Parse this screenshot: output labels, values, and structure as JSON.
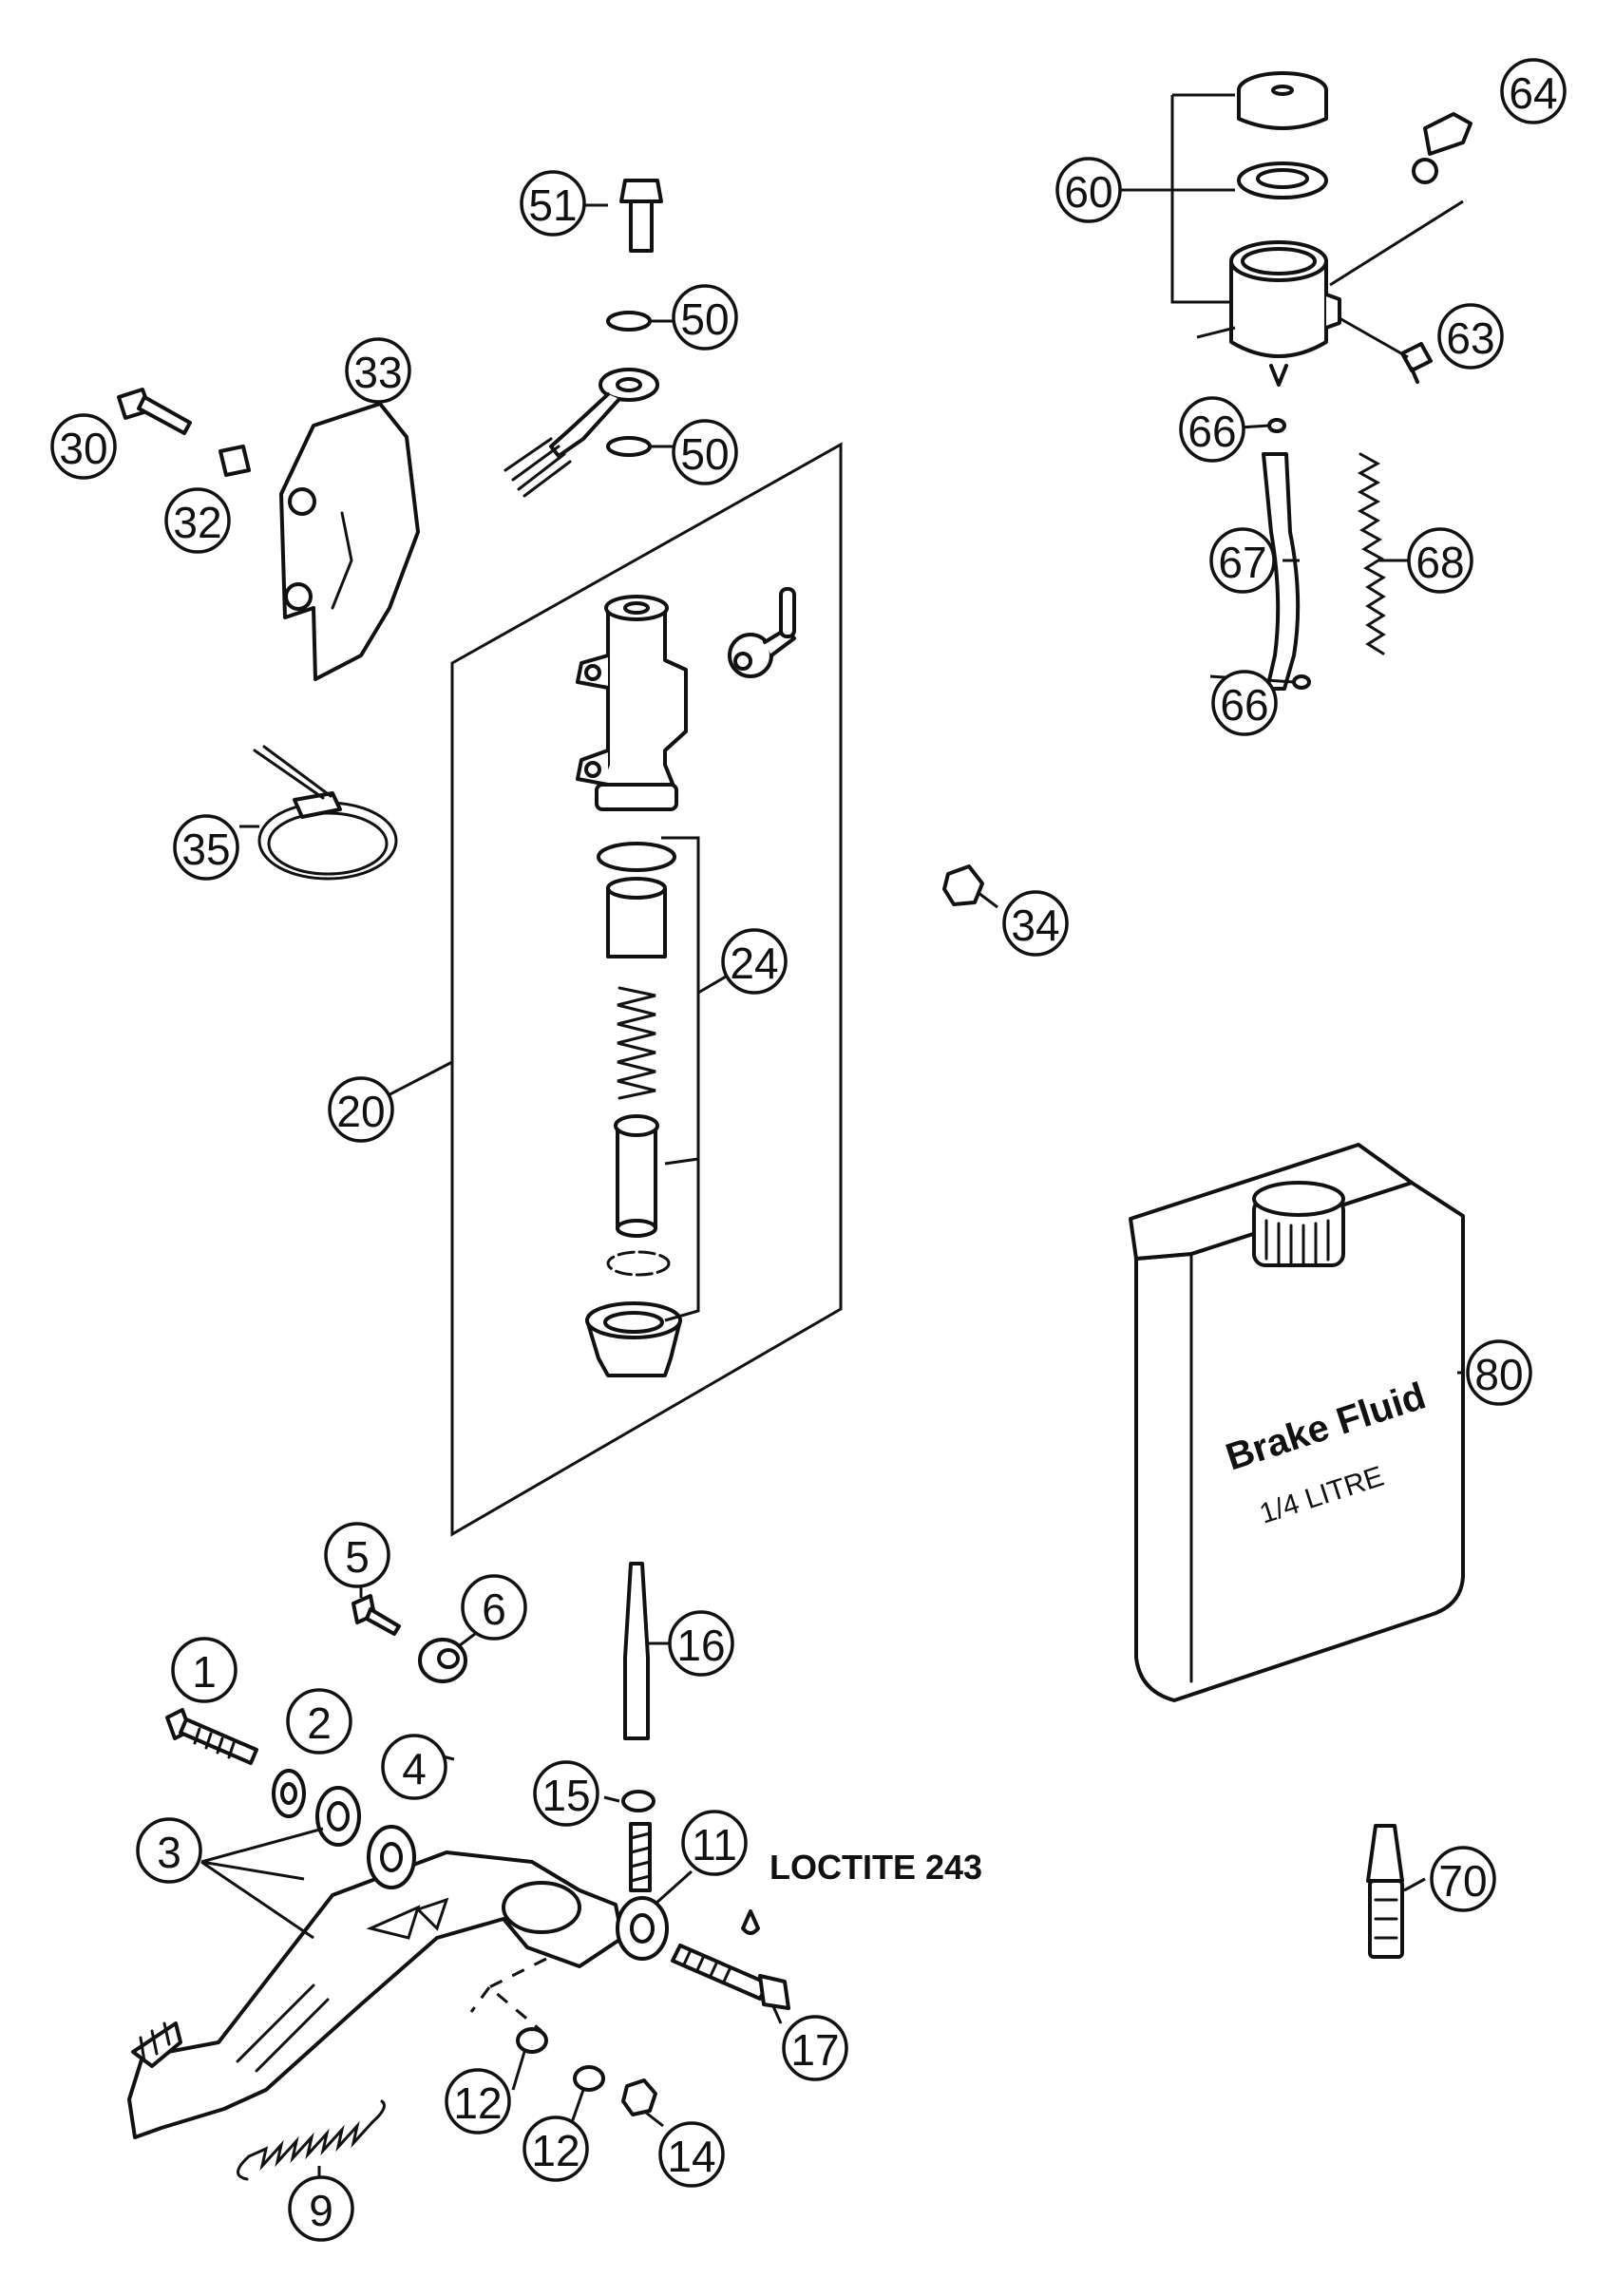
{
  "callouts": [
    {
      "id": "1",
      "label": "1"
    },
    {
      "id": "2",
      "label": "2"
    },
    {
      "id": "3",
      "label": "3"
    },
    {
      "id": "4",
      "label": "4"
    },
    {
      "id": "5",
      "label": "5"
    },
    {
      "id": "6",
      "label": "6"
    },
    {
      "id": "9",
      "label": "9"
    },
    {
      "id": "11",
      "label": "11"
    },
    {
      "id": "12a",
      "label": "12"
    },
    {
      "id": "12b",
      "label": "12"
    },
    {
      "id": "14",
      "label": "14"
    },
    {
      "id": "15",
      "label": "15"
    },
    {
      "id": "16",
      "label": "16"
    },
    {
      "id": "17",
      "label": "17"
    },
    {
      "id": "20",
      "label": "20"
    },
    {
      "id": "24",
      "label": "24"
    },
    {
      "id": "30",
      "label": "30"
    },
    {
      "id": "32",
      "label": "32"
    },
    {
      "id": "33",
      "label": "33"
    },
    {
      "id": "34",
      "label": "34"
    },
    {
      "id": "35",
      "label": "35"
    },
    {
      "id": "50a",
      "label": "50"
    },
    {
      "id": "50b",
      "label": "50"
    },
    {
      "id": "51",
      "label": "51"
    },
    {
      "id": "60",
      "label": "60"
    },
    {
      "id": "63",
      "label": "63"
    },
    {
      "id": "64",
      "label": "64"
    },
    {
      "id": "66a",
      "label": "66"
    },
    {
      "id": "66b",
      "label": "66"
    },
    {
      "id": "67",
      "label": "67"
    },
    {
      "id": "68",
      "label": "68"
    },
    {
      "id": "70",
      "label": "70"
    },
    {
      "id": "80",
      "label": "80"
    }
  ],
  "annotations": {
    "loctite": "LOCTITE 243"
  },
  "fluid_can": {
    "line1": "Brake Fluid",
    "line2": "1/4 LITRE"
  }
}
